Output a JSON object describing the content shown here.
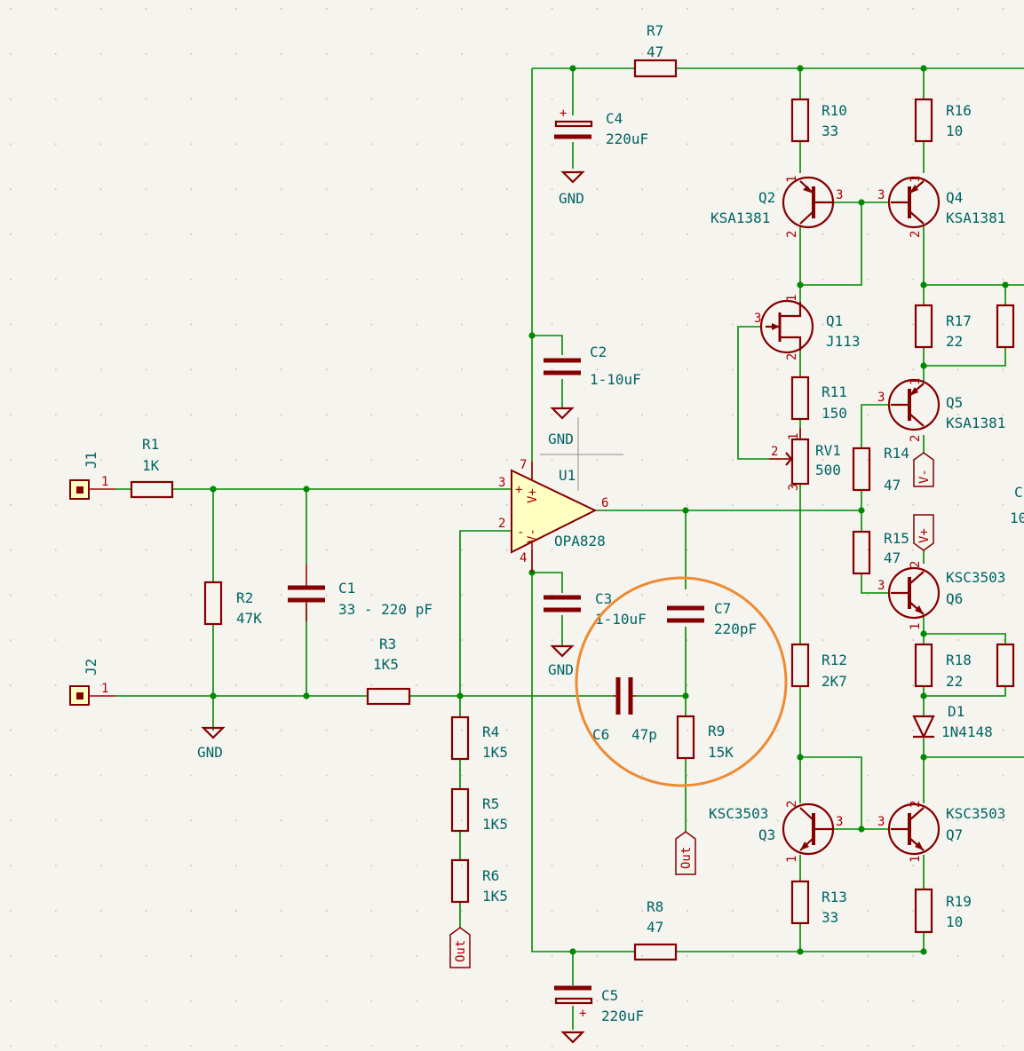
{
  "components": {
    "J1": {
      "ref": "J1",
      "pin": "1"
    },
    "J2": {
      "ref": "J2",
      "pin": "1"
    },
    "R1": {
      "ref": "R1",
      "value": "1K"
    },
    "R2": {
      "ref": "R2",
      "value": "47K"
    },
    "R3": {
      "ref": "R3",
      "value": "1K5"
    },
    "R4": {
      "ref": "R4",
      "value": "1K5"
    },
    "R5": {
      "ref": "R5",
      "value": "1K5"
    },
    "R6": {
      "ref": "R6",
      "value": "1K5"
    },
    "R7": {
      "ref": "R7",
      "value": "47"
    },
    "R8": {
      "ref": "R8",
      "value": "47"
    },
    "R9": {
      "ref": "R9",
      "value": "15K"
    },
    "R10": {
      "ref": "R10",
      "value": "33"
    },
    "R11": {
      "ref": "R11",
      "value": "150"
    },
    "R12": {
      "ref": "R12",
      "value": "2K7"
    },
    "R13": {
      "ref": "R13",
      "value": "33"
    },
    "R14": {
      "ref": "R14",
      "value": "47"
    },
    "R15": {
      "ref": "R15",
      "value": "47"
    },
    "R16": {
      "ref": "R16",
      "value": "10"
    },
    "R17": {
      "ref": "R17",
      "value": "22"
    },
    "R18": {
      "ref": "R18",
      "value": "22"
    },
    "R19": {
      "ref": "R19",
      "value": "10"
    },
    "RV1": {
      "ref": "RV1",
      "value": "500"
    },
    "C1": {
      "ref": "C1",
      "value": "33 - 220 pF"
    },
    "C2": {
      "ref": "C2",
      "value": "1-10uF"
    },
    "C3": {
      "ref": "C3",
      "value": "1-10uF"
    },
    "C4": {
      "ref": "C4",
      "value": "220uF"
    },
    "C5": {
      "ref": "C5",
      "value": "220uF"
    },
    "C6": {
      "ref": "C6",
      "value": "47p"
    },
    "C7": {
      "ref": "C7",
      "value": "220pF"
    },
    "U1": {
      "ref": "U1",
      "value": "OPA828"
    },
    "Q1": {
      "ref": "Q1",
      "value": "J113"
    },
    "Q2": {
      "ref": "Q2",
      "value": "KSA1381"
    },
    "Q3": {
      "ref": "Q3",
      "value": "KSC3503"
    },
    "Q4": {
      "ref": "Q4",
      "value": "KSA1381"
    },
    "Q5": {
      "ref": "Q5",
      "value": "KSA1381"
    },
    "Q6": {
      "ref": "Q6",
      "value": "KSC3503"
    },
    "Q7": {
      "ref": "Q7",
      "value": "KSC3503"
    },
    "D1": {
      "ref": "D1",
      "value": "1N4148"
    }
  },
  "power": {
    "gnd": "GND",
    "vplus": "V+",
    "vminus": "V-"
  },
  "net_labels": {
    "out": "Out"
  },
  "pins": {
    "p1": "1",
    "p2": "2",
    "p3": "3",
    "p4": "4",
    "p6": "6",
    "p7": "7",
    "plus": "+",
    "minus": "-"
  },
  "cut_off": {
    "c_ref": "C",
    "c_val": "10"
  },
  "highlight": {
    "color": "#f08a30",
    "shape": "circle"
  },
  "colors": {
    "wire": "#008a00",
    "component": "#840000",
    "text": "#006464",
    "pin": "#a90000",
    "opamp_fill": "#ffffc2",
    "background": "#f5f4ef"
  }
}
